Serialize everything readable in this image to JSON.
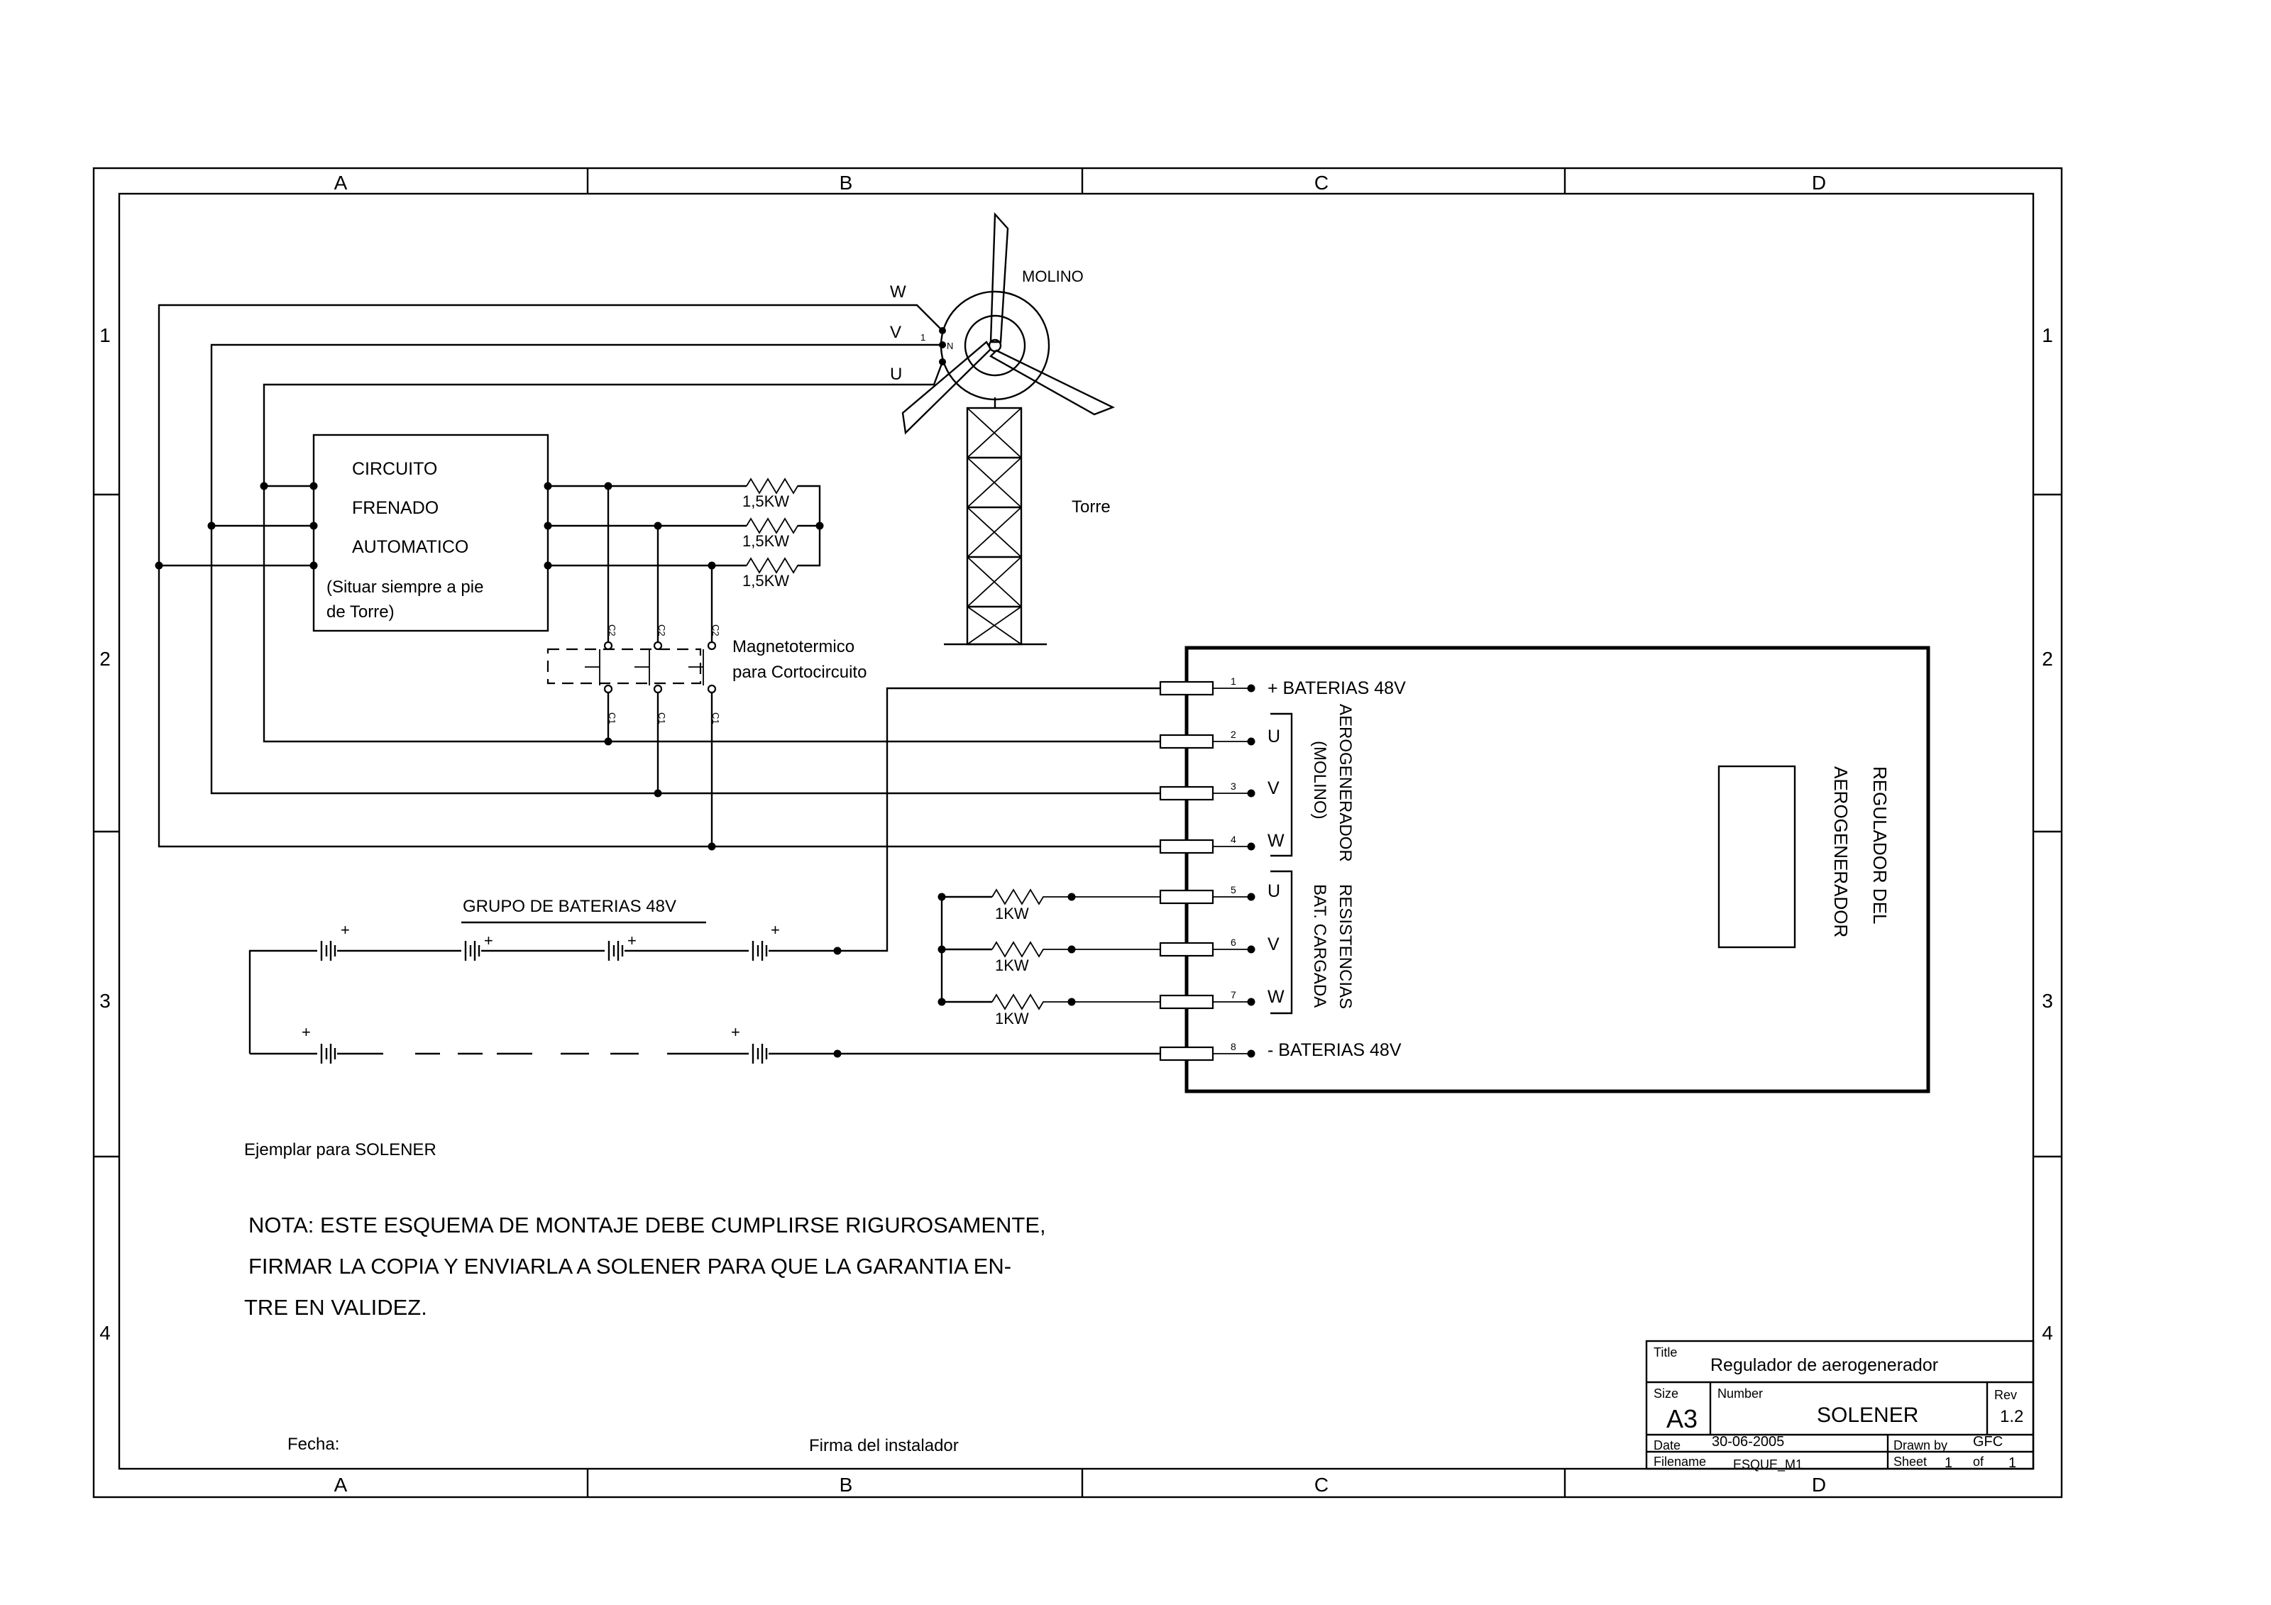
{
  "frame": {
    "columns": [
      "A",
      "B",
      "C",
      "D"
    ],
    "rows": [
      "1",
      "2",
      "3",
      "4"
    ]
  },
  "windmill": {
    "label": "MOLINO",
    "tower_label": "Torre",
    "phase_w": "W",
    "phase_v": "V",
    "phase_u": "U",
    "pin_1": "1",
    "pin_n": "N"
  },
  "brake": {
    "line1": "CIRCUITO",
    "line2": "FRENADO",
    "line3": "AUTOMATICO",
    "note1": "(Situar siempre a pie",
    "note2": "de Torre)"
  },
  "brake_resistors": [
    "1,5KW",
    "1,5KW",
    "1,5KW"
  ],
  "breaker": {
    "label1": "Magnetotermico",
    "label2": "para Cortocircuito",
    "top_contacts": [
      "C2",
      "C2",
      "C2"
    ],
    "bottom_contacts": [
      "C1",
      "C1",
      "C1"
    ]
  },
  "regulator": {
    "title1": "REGULADOR DEL",
    "title2": "AEROGENERADOR",
    "group_wind1": "AEROGENERADOR",
    "group_wind2": "(MOLINO)",
    "group_load1": "RESISTENCIAS",
    "group_load2": "BAT. CARGADA",
    "terminals": [
      {
        "num": "1",
        "label": "+ BATERIAS 48V"
      },
      {
        "num": "2",
        "label": "U"
      },
      {
        "num": "3",
        "label": "V"
      },
      {
        "num": "4",
        "label": "W"
      },
      {
        "num": "5",
        "label": "U"
      },
      {
        "num": "6",
        "label": "V"
      },
      {
        "num": "7",
        "label": "W"
      },
      {
        "num": "8",
        "label": "- BATERIAS 48V"
      }
    ]
  },
  "load_resistors": [
    "1KW",
    "1KW",
    "1KW"
  ],
  "battery_group": {
    "label": "GRUPO DE BATERIAS 48V",
    "plus": "+"
  },
  "notes": {
    "copy": "Ejemplar para SOLENER",
    "nota1": "NOTA: ESTE ESQUEMA DE MONTAJE DEBE CUMPLIRSE RIGUROSAMENTE,",
    "nota2": "FIRMAR LA COPIA Y ENVIARLA A SOLENER PARA QUE LA GARANTIA EN-",
    "nota3": "TRE EN VALIDEZ.",
    "fecha": "Fecha:",
    "firma": "Firma del instalador"
  },
  "title_block": {
    "title_label": "Title",
    "title": "Regulador de aerogenerador",
    "size_label": "Size",
    "size": "A3",
    "number_label": "Number",
    "number": "SOLENER",
    "rev_label": "Rev",
    "rev": "1.2",
    "date_label": "Date",
    "date": "30-06-2005",
    "drawn_label": "Drawn by",
    "drawn": "GFC",
    "filename_label": "Filename",
    "filename": "ESQUE_M1",
    "sheet_label": "Sheet",
    "sheet": "1",
    "of_label": "of",
    "of": "1"
  }
}
